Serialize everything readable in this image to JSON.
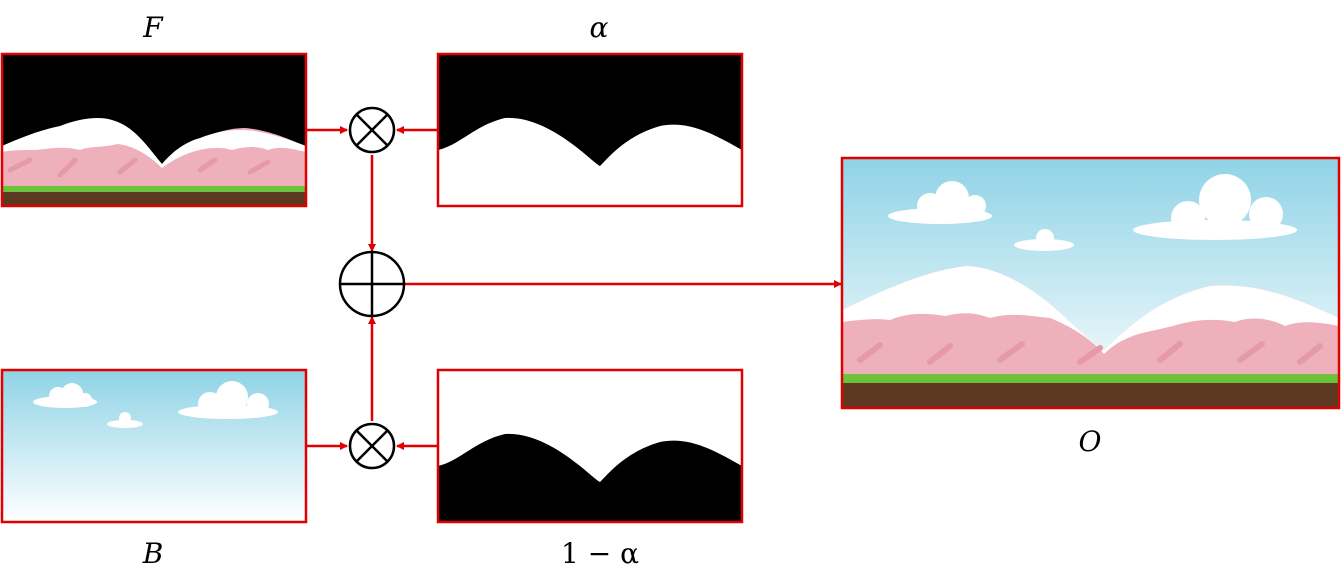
{
  "labels": {
    "foreground": "F",
    "alpha": "α",
    "background": "B",
    "inverse_alpha": "1 − α",
    "output": "O"
  },
  "colors": {
    "connector": "#e00000",
    "frame": "#e00000",
    "sky_top": "#8fd3e6",
    "sky_bottom": "#ffffff",
    "mountain_pink": "#eeb1bc",
    "mountain_shadow": "#e59aa8",
    "snow": "#ffffff",
    "grass": "#6cc23a",
    "dirt": "#5c3a21",
    "mask_black": "#000000",
    "mask_white": "#ffffff"
  },
  "operators": {
    "multiply": "⊗",
    "add": "⊕"
  }
}
